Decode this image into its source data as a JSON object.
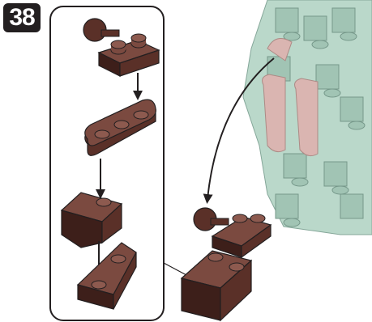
{
  "step": {
    "number": "38"
  },
  "colors": {
    "brick": "#5a3028",
    "brick_top": "#7b4a40",
    "brick_dark": "#3d1f1a",
    "model_green": "#b7d6c8",
    "model_green_dark": "#9cc1b1",
    "model_pink": "#d9b2ad",
    "outline": "#231f20"
  },
  "icons": {
    "callout_panel": "subassembly-callout",
    "arrow": "down-arrow",
    "curved_arrow": "curved-placement-arrow"
  }
}
